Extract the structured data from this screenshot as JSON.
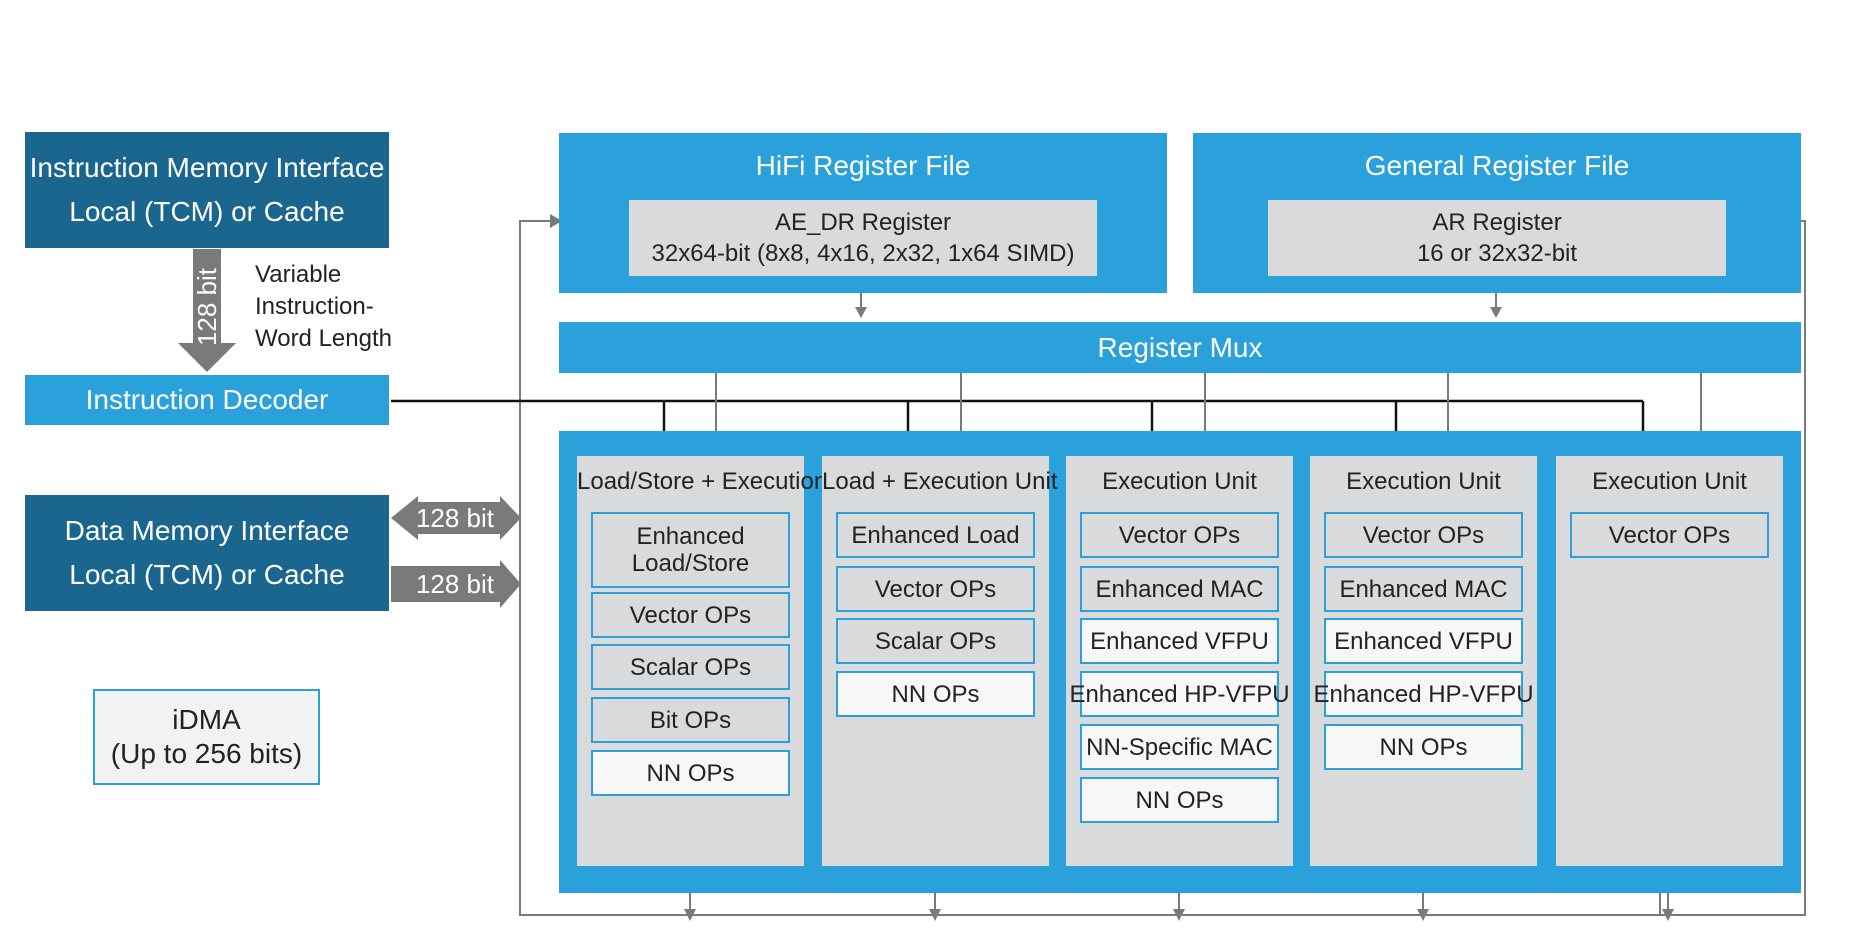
{
  "instruction_memory": {
    "line1": "Instruction Memory Interface",
    "line2": "Local (TCM) or Cache"
  },
  "instr_bus": {
    "width_label": "128 bit",
    "note_line1": "Variable",
    "note_line2": "Instruction-",
    "note_line3": "Word Length"
  },
  "instruction_decoder": "Instruction Decoder",
  "data_memory": {
    "line1": "Data Memory Interface",
    "line2": "Local (TCM) or Cache",
    "bus1": "128 bit",
    "bus2": "128 bit"
  },
  "idma": {
    "line1": "iDMA",
    "line2": "(Up to 256 bits)"
  },
  "hifi_register_file": {
    "title": "HiFi Register File",
    "reg_line1": "AE_DR Register",
    "reg_line2": "32x64-bit (8x8, 4x16, 2x32, 1x64 SIMD)"
  },
  "general_register_file": {
    "title": "General Register File",
    "reg_line1": "AR Register",
    "reg_line2": "16 or 32x32-bit"
  },
  "register_mux": "Register Mux",
  "slots": [
    {
      "title": "Load/Store + Execution",
      "ops": [
        {
          "label": "Enhanced\nLoad/Store",
          "style": "grey"
        },
        {
          "label": "Vector OPs",
          "style": "grey"
        },
        {
          "label": "Scalar OPs",
          "style": "grey"
        },
        {
          "label": "Bit OPs",
          "style": "grey"
        },
        {
          "label": "NN OPs",
          "style": "white"
        }
      ]
    },
    {
      "title": "Load + Execution Unit",
      "ops": [
        {
          "label": "Enhanced Load",
          "style": "grey"
        },
        {
          "label": "Vector OPs",
          "style": "grey"
        },
        {
          "label": "Scalar OPs",
          "style": "grey"
        },
        {
          "label": "NN OPs",
          "style": "white"
        }
      ]
    },
    {
      "title": "Execution Unit",
      "ops": [
        {
          "label": "Vector OPs",
          "style": "grey"
        },
        {
          "label": "Enhanced MAC",
          "style": "grey"
        },
        {
          "label": "Enhanced VFPU",
          "style": "white"
        },
        {
          "label": "Enhanced HP-VFPU",
          "style": "white"
        },
        {
          "label": "NN-Specific MAC",
          "style": "white"
        },
        {
          "label": "NN OPs",
          "style": "white"
        }
      ]
    },
    {
      "title": "Execution Unit",
      "ops": [
        {
          "label": "Vector OPs",
          "style": "grey"
        },
        {
          "label": "Enhanced MAC",
          "style": "grey"
        },
        {
          "label": "Enhanced VFPU",
          "style": "white"
        },
        {
          "label": "Enhanced HP-VFPU",
          "style": "white"
        },
        {
          "label": "NN OPs",
          "style": "white"
        }
      ]
    },
    {
      "title": "Execution Unit",
      "ops": [
        {
          "label": "Vector OPs",
          "style": "grey"
        }
      ]
    }
  ],
  "colors": {
    "dark_blue": "#1a668f",
    "light_blue": "#2aa1db",
    "grey_box": "#d9dadb",
    "arrow_grey": "#7a7a7a"
  }
}
